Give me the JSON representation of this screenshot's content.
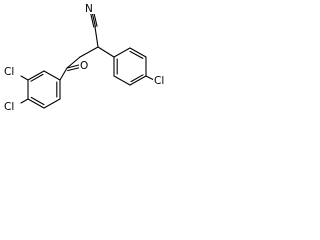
{
  "atoms": {
    "nitrile_n": "N",
    "ketone_o": "O",
    "cl_meta": "Cl",
    "cl_para_left": "Cl",
    "cl_para_right": "Cl"
  },
  "colors": {
    "bond": "#000000",
    "label": "#000000",
    "background": "#ffffff"
  }
}
